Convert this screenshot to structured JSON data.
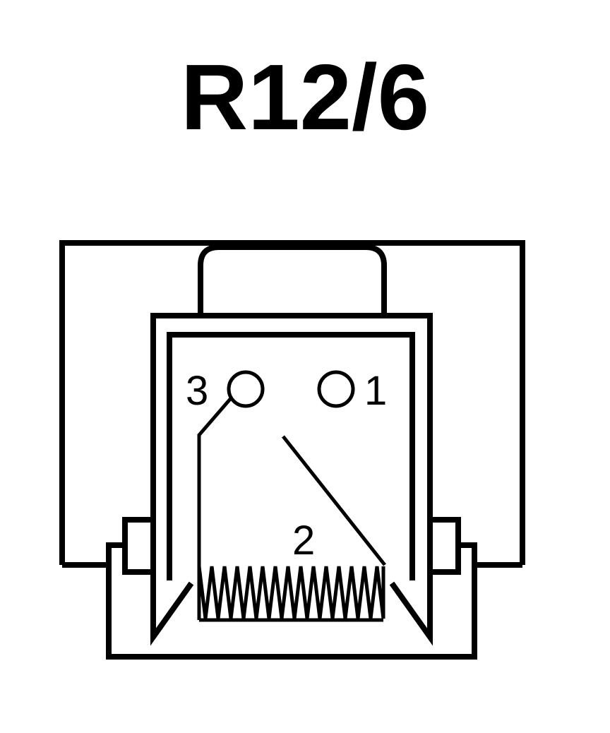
{
  "title": "R12/6",
  "terminals": {
    "pin_3": "3",
    "pin_1": "1",
    "pin_2": "2"
  },
  "colors": {
    "line": "#000000",
    "background": "#ffffff"
  }
}
